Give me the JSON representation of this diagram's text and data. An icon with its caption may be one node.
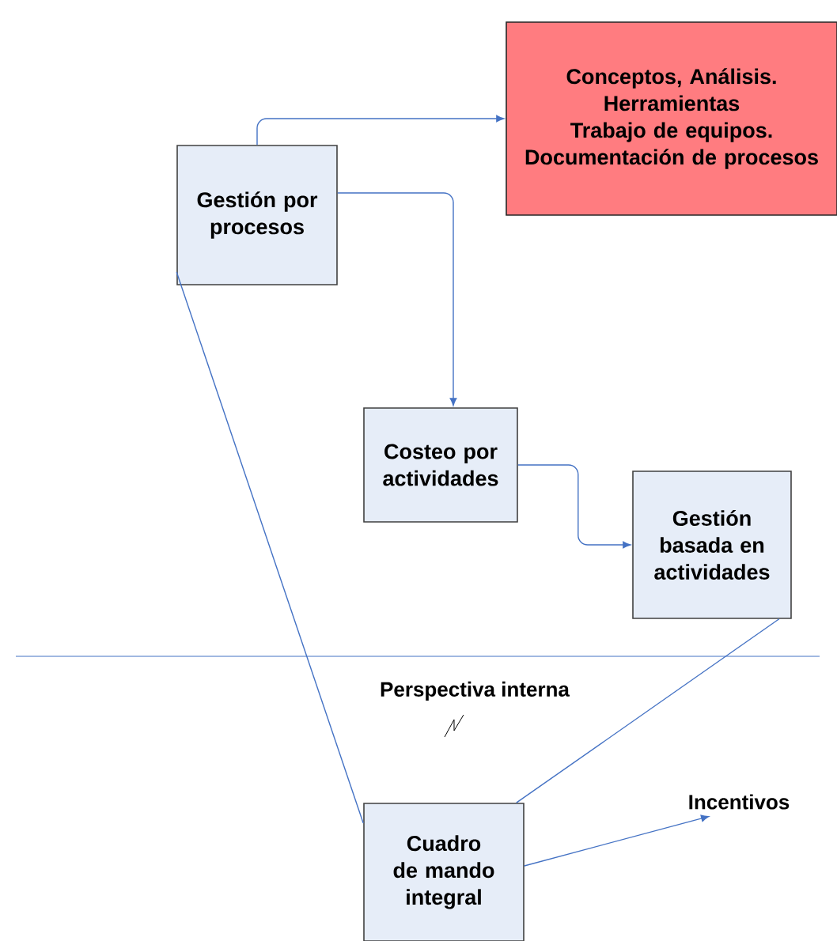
{
  "diagram": {
    "nodes": [
      {
        "text": [
          "Gestión por procesos"
        ]
      },
      {
        "text": [
          "Conceptos, Análisis. Herramientas Trabajo de equipos. Documentación de procesos"
        ]
      },
      {
        "text": [
          "Costeo por actividades"
        ]
      },
      {
        "text": [
          "Gestión basada en actividades"
        ]
      },
      {
        "text": [
          "Cuadro de mando integral"
        ]
      },
      {
        "text": [
          "Incentivos"
        ]
      }
    ],
    "edges": [
      {
        "from": 0,
        "to": 1,
        "arrow": "to"
      },
      {
        "from": 0,
        "to": 2,
        "arrow": "to"
      },
      {
        "from": 2,
        "to": 3,
        "arrow": "to"
      },
      {
        "from": 0,
        "to": 4,
        "arrow": "none"
      },
      {
        "from": 3,
        "to": 4,
        "arrow": "none"
      },
      {
        "from": 4,
        "to": 5,
        "arrow": "to"
      }
    ],
    "labels": [
      "Perspectiva interna"
    ]
  }
}
